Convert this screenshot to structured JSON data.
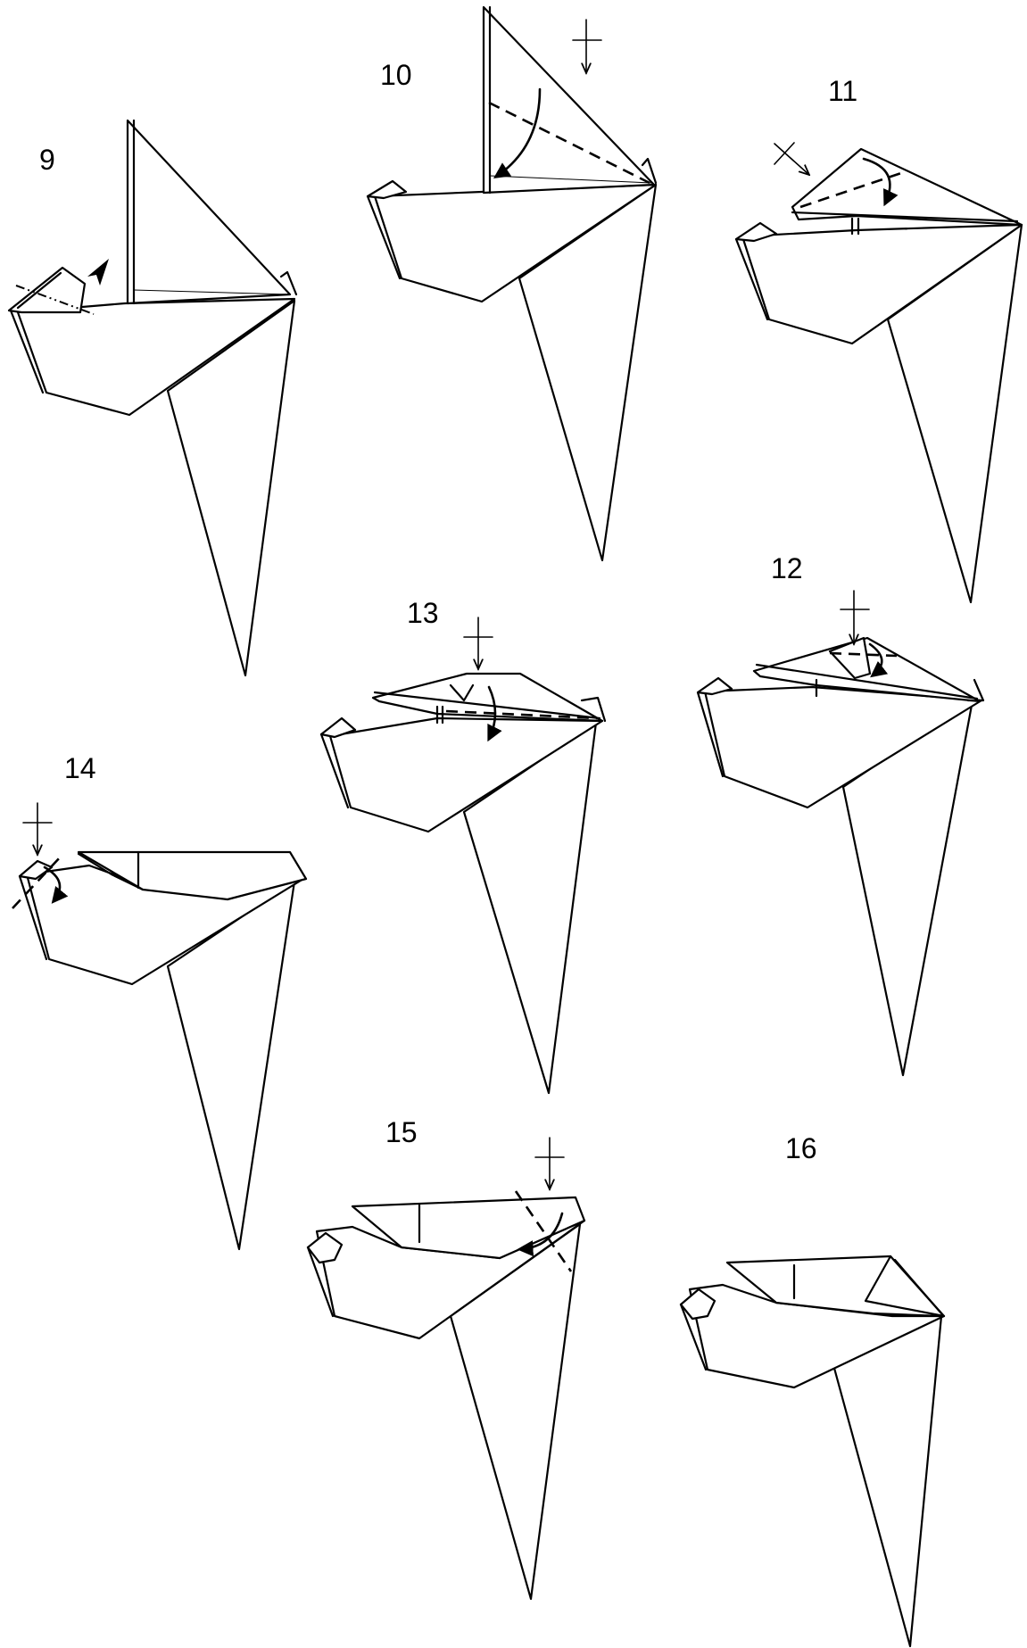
{
  "diagram": {
    "steps": [
      {
        "id": "step-9",
        "label": "9"
      },
      {
        "id": "step-10",
        "label": "10"
      },
      {
        "id": "step-11",
        "label": "11"
      },
      {
        "id": "step-12",
        "label": "12"
      },
      {
        "id": "step-13",
        "label": "13"
      },
      {
        "id": "step-14",
        "label": "14"
      },
      {
        "id": "step-15",
        "label": "15"
      },
      {
        "id": "step-16",
        "label": "16"
      }
    ],
    "colors": {
      "line": "#000000",
      "background": "#ffffff"
    }
  }
}
